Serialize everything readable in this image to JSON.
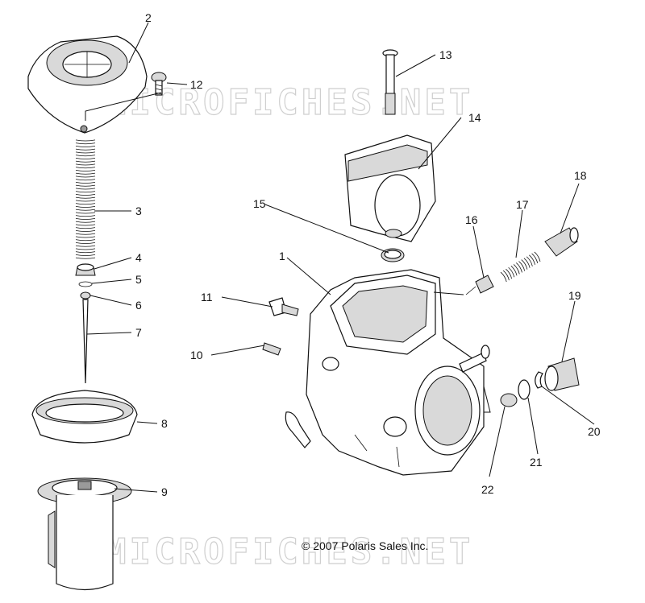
{
  "watermark": {
    "top": "MICROFICHES.NET",
    "bottom": "MICROFICHES.NET"
  },
  "copyright": "© 2007 Polaris Sales Inc.",
  "callouts": {
    "c1": "1",
    "c2": "2",
    "c3": "3",
    "c4": "4",
    "c5": "5",
    "c6": "6",
    "c7": "7",
    "c8": "8",
    "c9": "9",
    "c10": "10",
    "c11": "11",
    "c12": "12",
    "c13": "13",
    "c14": "14",
    "c15": "15",
    "c16": "16",
    "c17": "17",
    "c18": "18",
    "c19": "19",
    "c20": "20",
    "c21": "21",
    "c22": "22"
  }
}
